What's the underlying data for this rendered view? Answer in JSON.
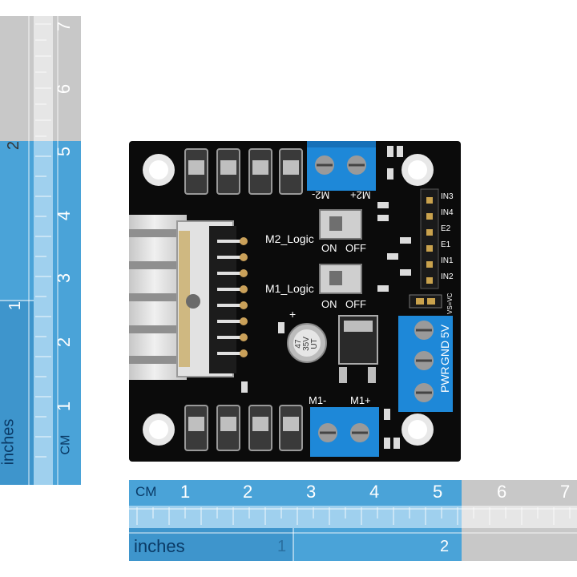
{
  "rulers": {
    "vertical": {
      "units_label_cm": "CM",
      "units_label_inches": "inches",
      "cm_numbers": [
        "1",
        "2",
        "3",
        "4",
        "5",
        "6",
        "7"
      ],
      "inch_numbers": [
        "1",
        "2"
      ]
    },
    "horizontal": {
      "units_label_cm": "CM",
      "units_label_inches": "inches",
      "cm_numbers": [
        "1",
        "2",
        "3",
        "4",
        "5",
        "6",
        "7"
      ],
      "inch_numbers": [
        "1",
        "2"
      ]
    },
    "colors": {
      "blue": "#4aa3d8",
      "blue_light": "#9fd0ee",
      "gray": "#c8c8c8",
      "gray_light": "#e2e2e2"
    }
  },
  "board": {
    "labels": {
      "m2_minus": "M2-",
      "m2_plus": "M2+",
      "m1_minus": "M1-",
      "m1_plus": "M1+",
      "m2_logic": "M2_Logic",
      "m1_logic": "M1_Logic",
      "on_1": "ON",
      "off_1": "OFF",
      "on_2": "ON",
      "off_2": "OFF",
      "pwr": "PWR",
      "gnd": "GND",
      "v5": "5V",
      "vs_vc": "VS=VC",
      "cap_value": "47",
      "cap_voltage": "35V",
      "cap_series": "UT",
      "cap_polarity": "+"
    },
    "header_pins": [
      "IN3",
      "IN4",
      "E2",
      "E1",
      "IN1",
      "IN2"
    ],
    "colors": {
      "pcb": "#0b0b0b",
      "terminal": "#1e88d8",
      "heatsink": "#d7d7d7",
      "gold": "#caa15a"
    }
  }
}
